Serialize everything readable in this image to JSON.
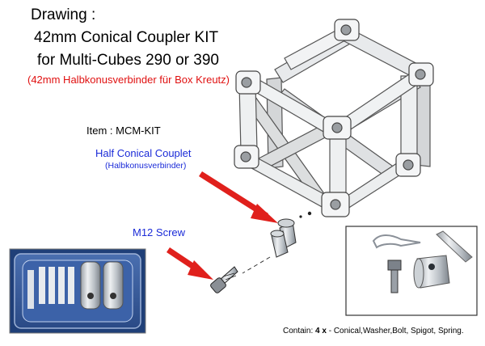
{
  "title": {
    "line1": "Drawing :",
    "line2": "42mm Conical Coupler KIT",
    "line3": "for Multi-Cubes 290 or 390"
  },
  "subtitle": "(42mm Halbkonusverbinder für Box Kreutz)",
  "item_label": "Item : MCM-KIT",
  "parts": {
    "half_conical": "Half Conical Couplet",
    "half_conical_de": "(Halbkonusverbinder)",
    "screw": "M12 Screw"
  },
  "contents": {
    "prefix": "Contain:",
    "count": "4 x",
    "list": "- Conical,Washer,Bolt, Spigot, Spring."
  },
  "colors": {
    "arrow": "#e0201c",
    "blue_label": "#1b2bd8",
    "red_label": "#e01010"
  }
}
